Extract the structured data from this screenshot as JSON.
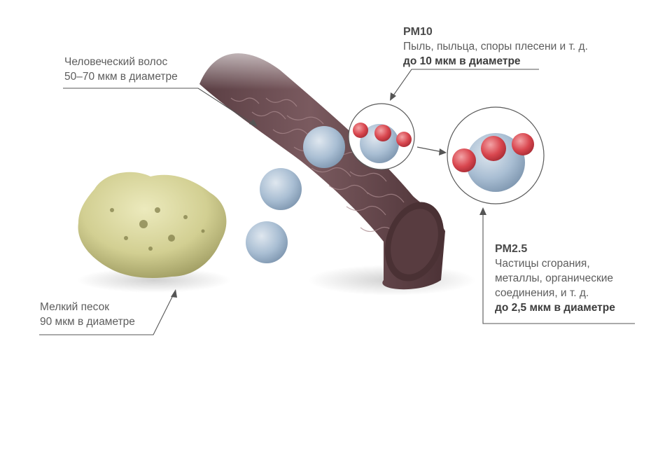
{
  "hair": {
    "line1": "Человеческий волос",
    "line2": "50–70 мкм в диаметре"
  },
  "sand": {
    "line1": "Мелкий песок",
    "line2": "90 мкм в диаметре"
  },
  "pm10": {
    "title": "PM10",
    "line1": "Пыль, пыльца, споры плесени и т. д.",
    "bold": "до 10 мкм в диаметре"
  },
  "pm25": {
    "title": "PM2.5",
    "line1": "Частицы сгорания,",
    "line2": "металлы, органические",
    "line3": "соединения, и т. д.",
    "bold": "до 2,5 мкм в диаметре"
  },
  "colors": {
    "hair": "#6e4f54",
    "hair_dark": "#4f3438",
    "sand": "#d8d49a",
    "sand_dark": "#a8a468",
    "particle": "#a9bed3",
    "particle_dark": "#7f97b0",
    "pm_red": "#d9474f",
    "line": "#555555"
  }
}
